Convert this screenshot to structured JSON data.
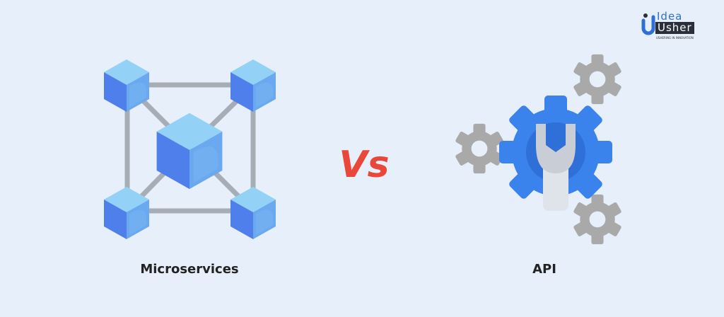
{
  "logo": {
    "word1": "Idea",
    "word2": "Usher",
    "tagline": "USHERING IN INNOVATION"
  },
  "left": {
    "label": "Microservices",
    "icon": "microservices-network-icon"
  },
  "vs": {
    "text": "Vs",
    "color": "#e8473a"
  },
  "right": {
    "label": "API",
    "icon": "api-gear-wrench-icon"
  },
  "colors": {
    "background": "#e6effa",
    "cube_top": "#93d2f6",
    "cube_left": "#4f7fea",
    "cube_right": "#6aa8ef",
    "gear_blue": "#3a82ec",
    "gear_grey": "#a9a9a9",
    "connector": "#a7adb5"
  }
}
